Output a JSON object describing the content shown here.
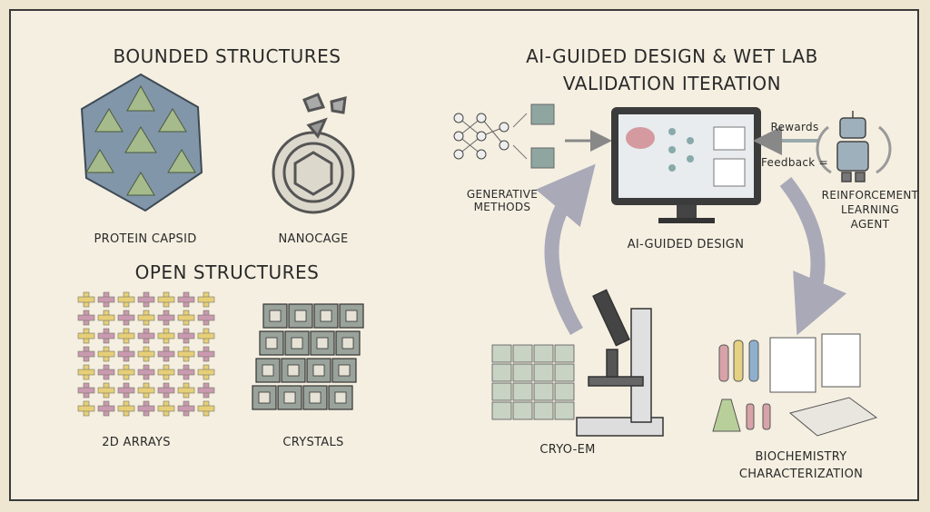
{
  "left_panel": {
    "bounded_title": "BOUNDED STRUCTURES",
    "protein_capsid": "PROTEIN CAPSID",
    "nanocage": "NANOCAGE",
    "open_title": "OPEN STRUCTURES",
    "arrays_2d": "2D ARRAYS",
    "crystals": "CRYSTALS"
  },
  "right_panel": {
    "title_line1": "AI-GUIDED DESIGN & WET LAB",
    "title_line2": "VALIDATION ITERATION",
    "generative_line1": "GENERATIVE",
    "generative_line2": "METHODS",
    "ai_guided_design": "AI-GUIDED DESIGN",
    "rewards": "Rewards",
    "feedback": "Feedback =",
    "rl_line1": "REINFORCEMENT",
    "rl_line2": "LEARNING",
    "rl_line3": "AGENT",
    "cryo_em": "CRYO-EM",
    "biochem_line1": "BIOCHEMISTRY",
    "biochem_line2": "CHARACTERIZATION"
  },
  "colors": {
    "paper": "#f5efe1",
    "capsid_blue": "#7f95a6",
    "capsid_green": "#9fb486",
    "arrow_gray": "#a9a9b8",
    "array_yellow": "#e6cf78",
    "array_pink": "#c99ab0"
  }
}
